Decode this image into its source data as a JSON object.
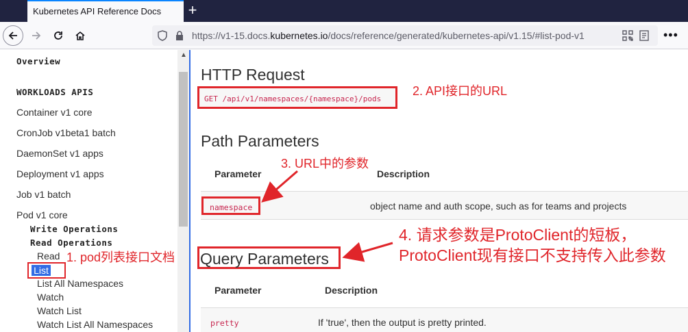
{
  "browser": {
    "tab_title": "Kubernetes API Reference Docs",
    "new_tab": "+",
    "url_prefix": "https://v1-15.docs.",
    "url_domain": "kubernetes.io",
    "url_suffix": "/docs/reference/generated/kubernetes-api/v1.15/#list-pod-v1",
    "menu": "•••"
  },
  "sidebar": {
    "overview": "Overview",
    "section": "WORKLOADS APIS",
    "items": [
      "Container v1 core",
      "CronJob v1beta1 batch",
      "DaemonSet v1 apps",
      "Deployment v1 apps",
      "Job v1 batch",
      "Pod v1 core"
    ],
    "write_ops": "Write Operations",
    "read_ops": "Read Operations",
    "read_items": [
      "Read",
      "List",
      "List All Namespaces",
      "Watch",
      "Watch List",
      "Watch List All Namespaces"
    ],
    "active": "List"
  },
  "main": {
    "http_request_title": "HTTP Request",
    "http_request_code": "GET /api/v1/namespaces/{namespace}/pods",
    "path_params_title": "Path Parameters",
    "query_params_title": "Query Parameters",
    "col_parameter": "Parameter",
    "col_description": "Description",
    "path_param_name": "namespace",
    "path_param_desc": "object name and auth scope, such as for teams and projects",
    "query_param_name": "pretty",
    "query_param_desc": "If 'true', then the output is pretty printed."
  },
  "annotations": {
    "a1": "1. pod列表接口文档",
    "a2": "2. API接口的URL",
    "a3": "3. URL中的参数",
    "a4_line1": "4. 请求参数是ProtoClient的短板，",
    "a4_line2": "ProtoClient现有接口不支持传入此参数"
  },
  "colors": {
    "annotation_red": "#e0252a",
    "link_blue": "#326ce5",
    "code_red": "#c7254e",
    "tab_strip": "#202340"
  }
}
